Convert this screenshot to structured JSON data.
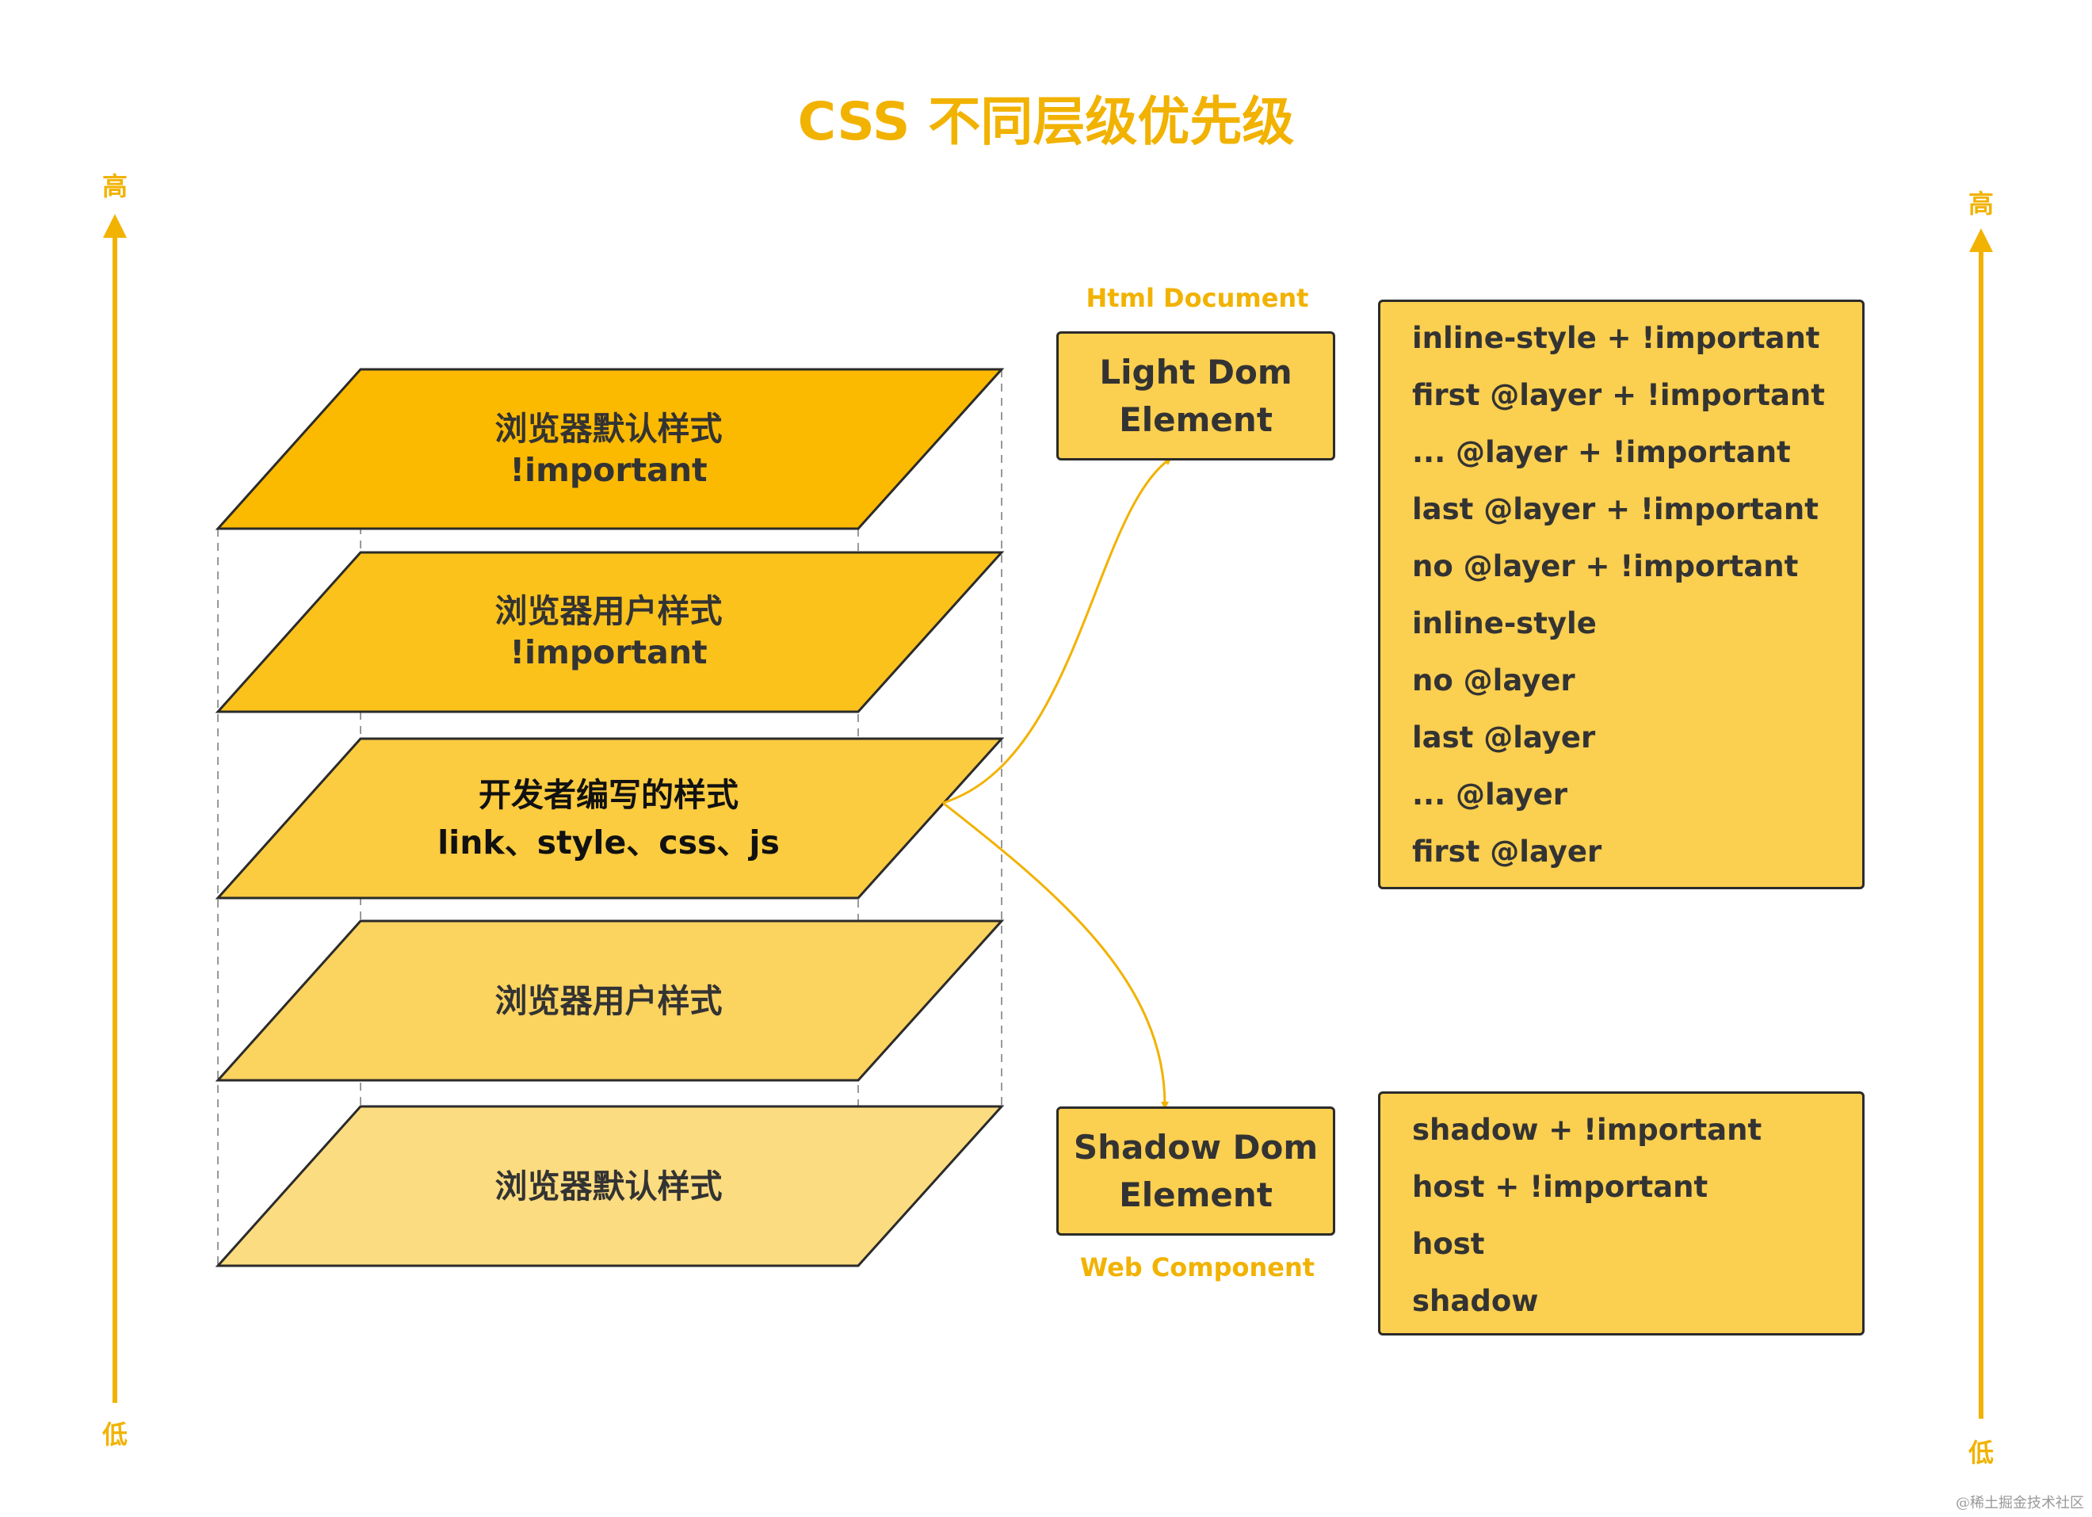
{
  "title": "CSS 不同层级优先级",
  "axis": {
    "high": "高",
    "low": "低"
  },
  "layers": [
    {
      "line1": "浏览器默认样式",
      "line2": "!important",
      "fill": "#fbb900"
    },
    {
      "line1": "浏览器用户样式",
      "line2": "!important",
      "fill": "#fbc21c"
    },
    {
      "line1": "开发者编写的样式",
      "line2": "link、style、css、js",
      "fill": "#fbcb40"
    },
    {
      "line1": "浏览器用户样式",
      "line2": "",
      "fill": "#fbd35f"
    },
    {
      "line1": "浏览器默认样式",
      "line2": "",
      "fill": "#fcdc80"
    }
  ],
  "light_dom": {
    "caption": "Html Document",
    "line1": "Light Dom",
    "line2": "Element"
  },
  "shadow_dom": {
    "caption": "Web Component",
    "line1": "Shadow Dom",
    "line2": "Element"
  },
  "light_list": [
    "inline-style + !important",
    "first @layer + !important",
    "... @layer + !important",
    "last @layer + !important",
    "no @layer + !important",
    "inline-style",
    "no @layer",
    "last @layer",
    "... @layer",
    "first @layer"
  ],
  "shadow_list": [
    "shadow + !important",
    "host + !important",
    "host",
    "shadow"
  ],
  "colors": {
    "accent": "#f2b200",
    "box_fill": "#fbcf4f",
    "stroke": "#2b2b2b"
  },
  "watermark": "@稀土掘金技术社区"
}
